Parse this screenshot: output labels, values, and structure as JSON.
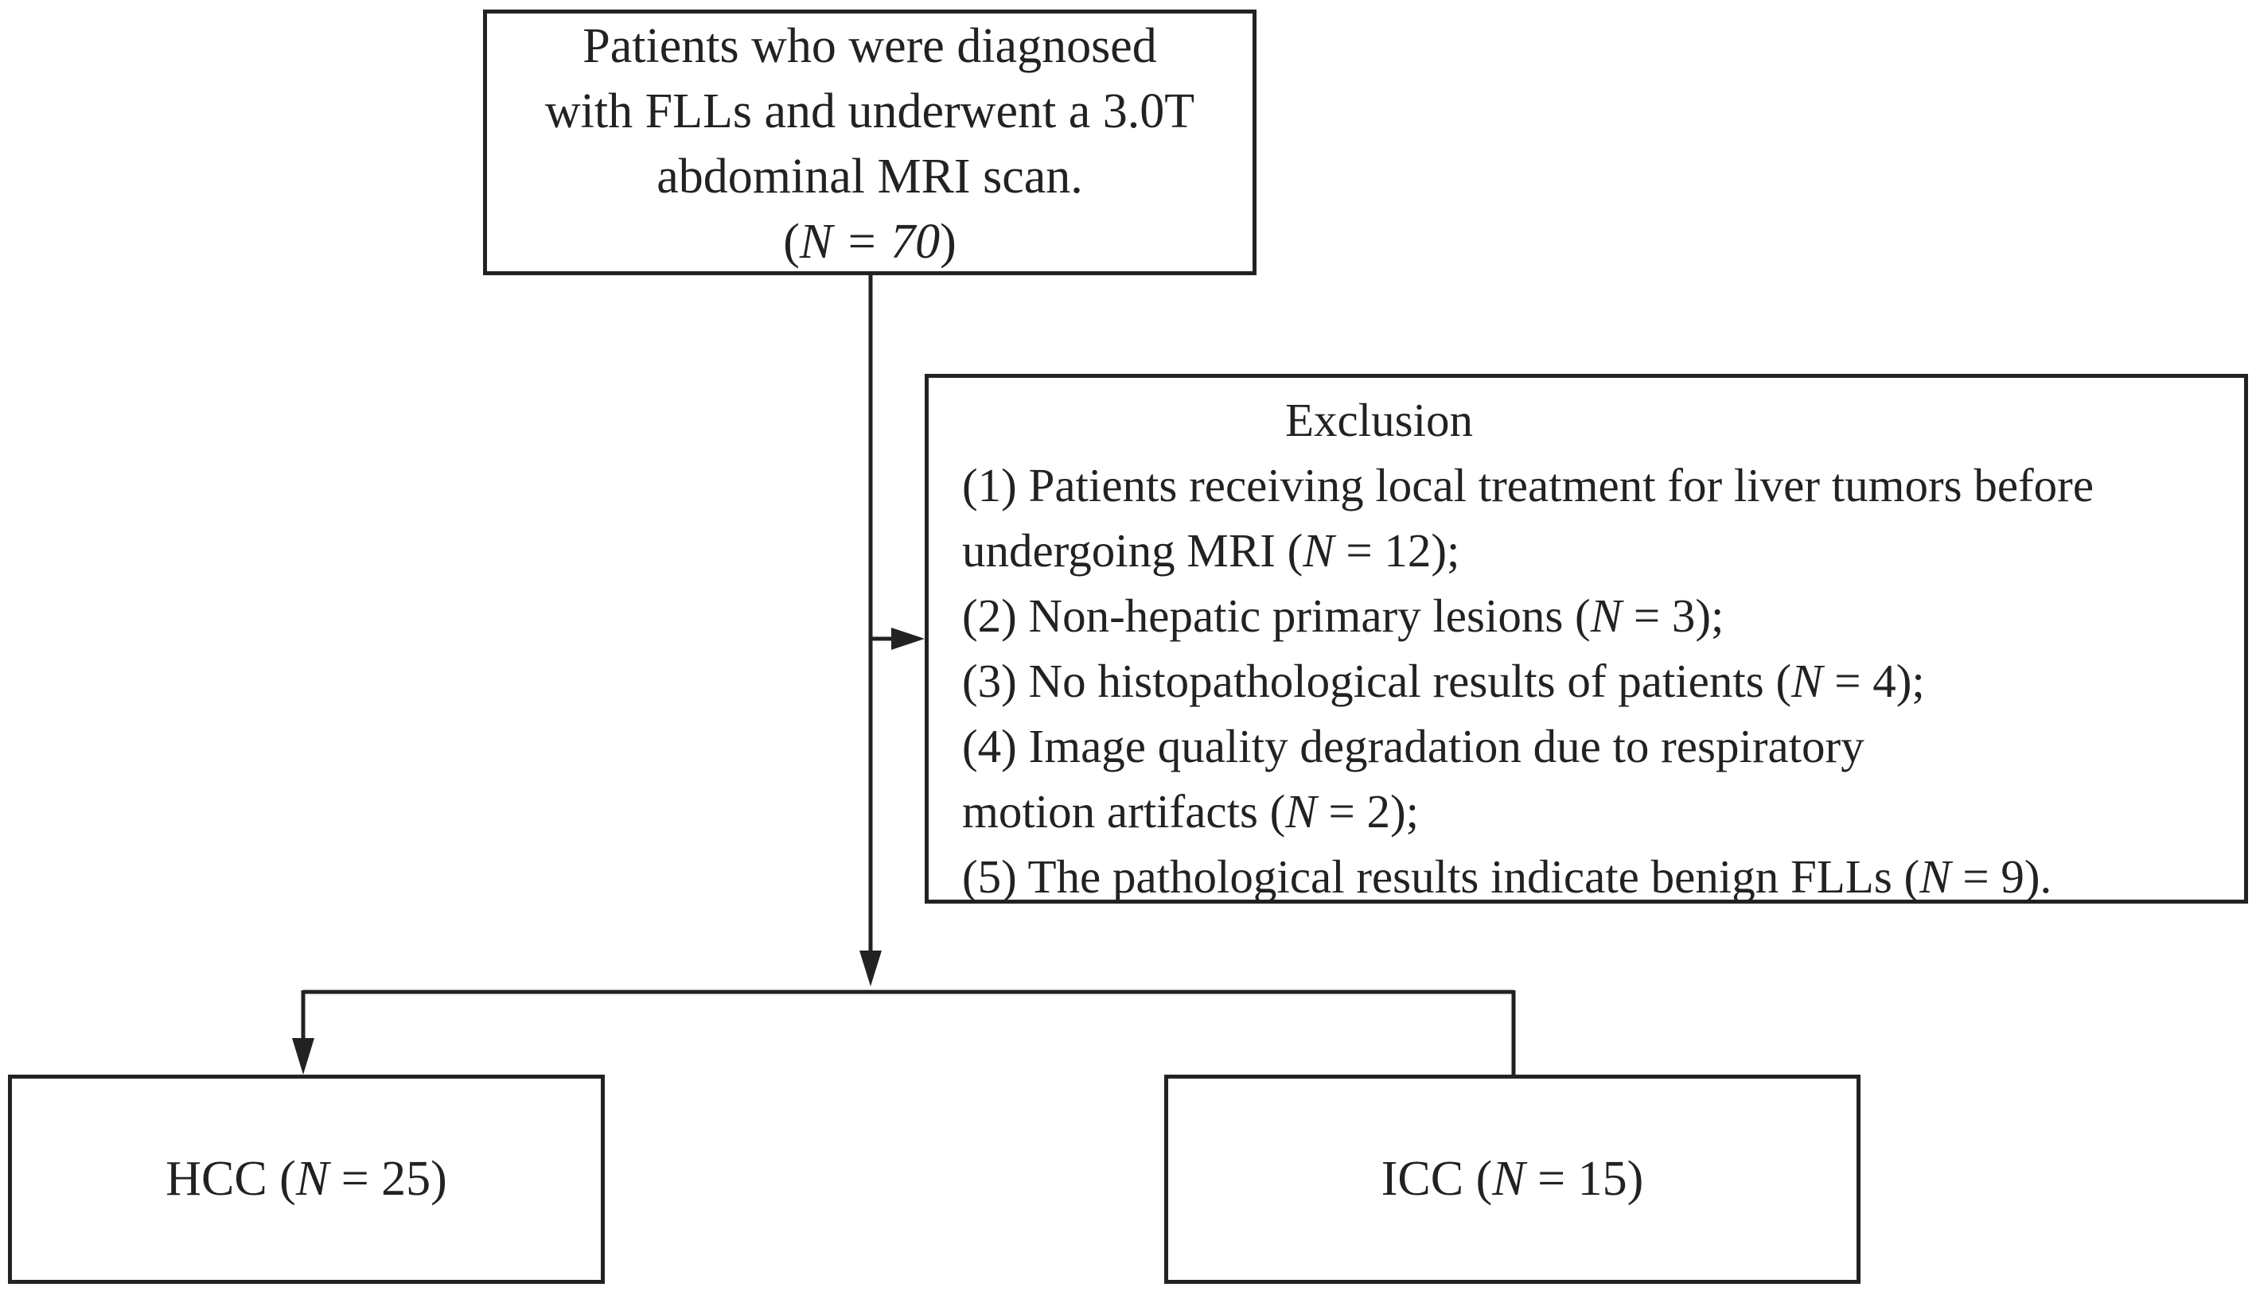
{
  "top_box": {
    "line1": "Patients who were diagnosed",
    "line2": "with FLLs and underwent a 3.0T",
    "line3": "abdominal MRI scan.",
    "count_open": "(",
    "count_n": "N = 70",
    "count_close": ")"
  },
  "exclusion": {
    "title": "Exclusion",
    "lines": [
      {
        "prefix": "(1) Patients receiving local treatment for liver tumors before",
        "n": "",
        "suffix": ""
      },
      {
        "prefix": " undergoing MRI (",
        "n": "N",
        "suffix": " = 12);"
      },
      {
        "prefix": "(2) Non-hepatic primary lesions (",
        "n": "N",
        "suffix": " = 3);"
      },
      {
        "prefix": "(3) No histopathological results of patients (",
        "n": "N",
        "suffix": " = 4);"
      },
      {
        "prefix": "(4) Image quality degradation due to respiratory",
        "n": "",
        "suffix": ""
      },
      {
        "prefix": "motion artifacts (",
        "n": "N",
        "suffix": " = 2);"
      },
      {
        "prefix": "(5) The pathological results indicate benign FLLs (",
        "n": "N",
        "suffix": " = 9)."
      }
    ]
  },
  "hcc": {
    "prefix": "HCC (",
    "n": "N",
    "suffix": " = 25)"
  },
  "icc": {
    "prefix": "ICC (",
    "n": "N",
    "suffix": " = 15)"
  },
  "colors": {
    "line": "#222222",
    "background": "#ffffff"
  }
}
